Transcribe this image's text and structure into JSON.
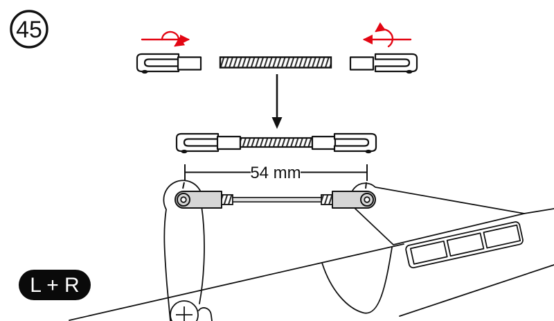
{
  "step_badge": {
    "number": "45"
  },
  "instruction": {
    "dimension_label": "54 mm",
    "sides_label": "L + R"
  },
  "colors": {
    "accent_red": "#e30613",
    "line_black": "#111111",
    "part_gray": "#d6d6d6"
  },
  "icons": {
    "rotate-clockwise-arrow-icon": "⟳→",
    "rotate-counterclockwise-arrow-icon": "←⟲",
    "down-arrow-icon": "↓",
    "screw-cross-icon": "+"
  }
}
